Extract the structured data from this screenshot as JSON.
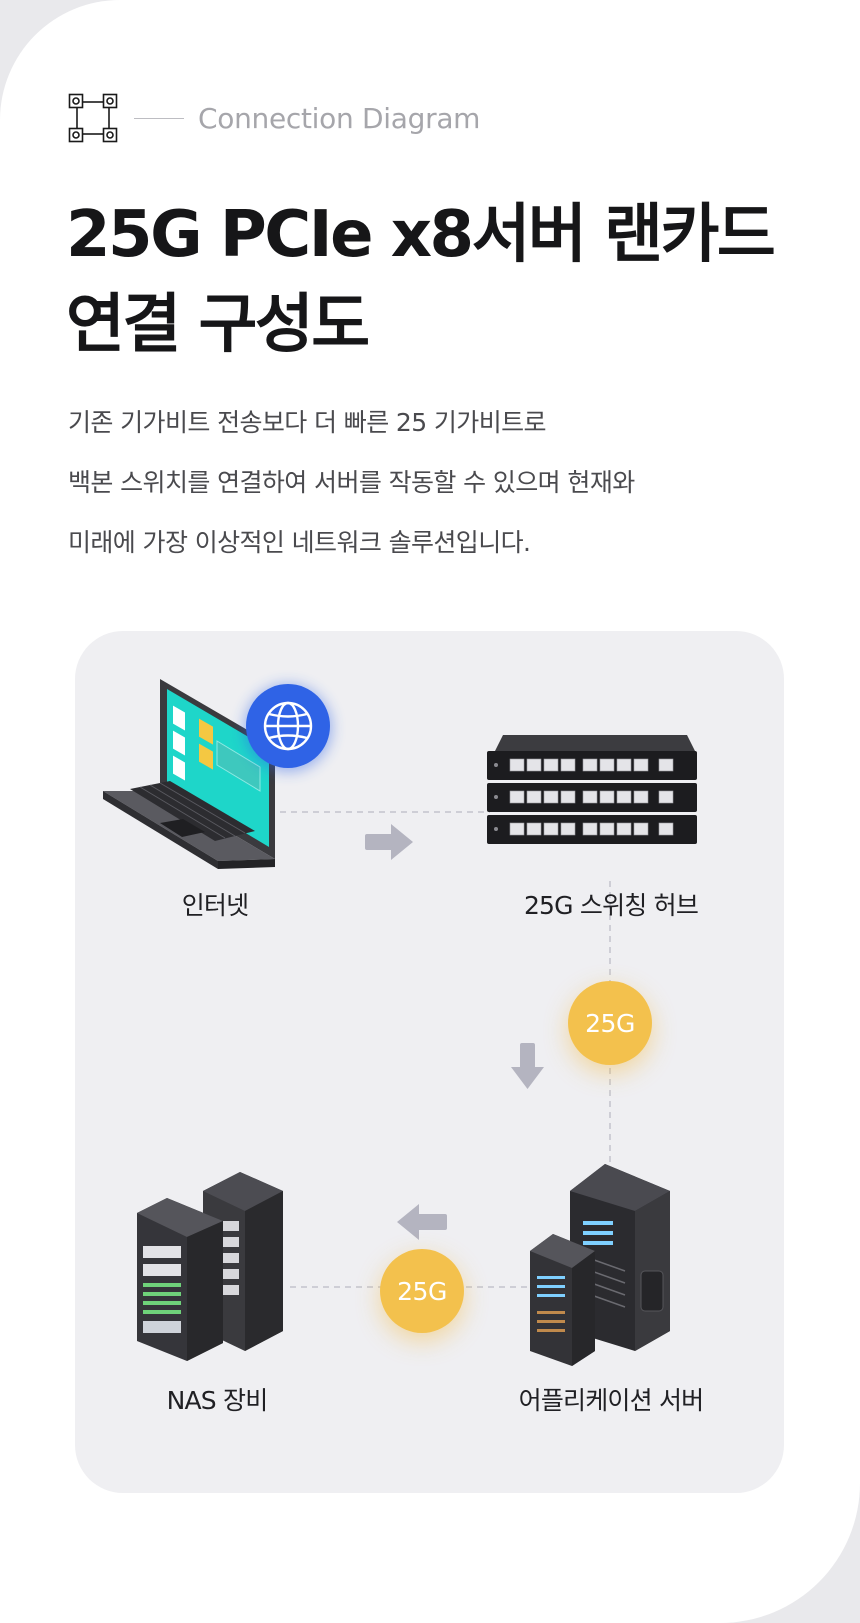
{
  "header": {
    "eyebrow": "Connection Diagram",
    "title_line1": "25G PCIe x8서버 랜카드",
    "title_line2": "연결 구성도"
  },
  "description": [
    "기존 기가비트 전송보다 더 빠른 25 기가비트로",
    "백본 스위치를 연결하여 서버를 작동할 수 있으며 현재와",
    "미래에 가장 이상적인 네트워크 솔루션입니다."
  ],
  "diagram": {
    "nodes": {
      "internet": "인터넷",
      "switch": "25G 스위칭 허브",
      "app_server": "어플리케이션 서버",
      "nas": "NAS 장비"
    },
    "badges": {
      "switch_to_server": "25G",
      "server_to_nas": "25G"
    }
  },
  "colors": {
    "badge": "#f3c14d",
    "globe": "#2f63e6",
    "arrow": "#b4b4c0",
    "panel": "#efeff2",
    "screen": "#1ed6c9"
  }
}
